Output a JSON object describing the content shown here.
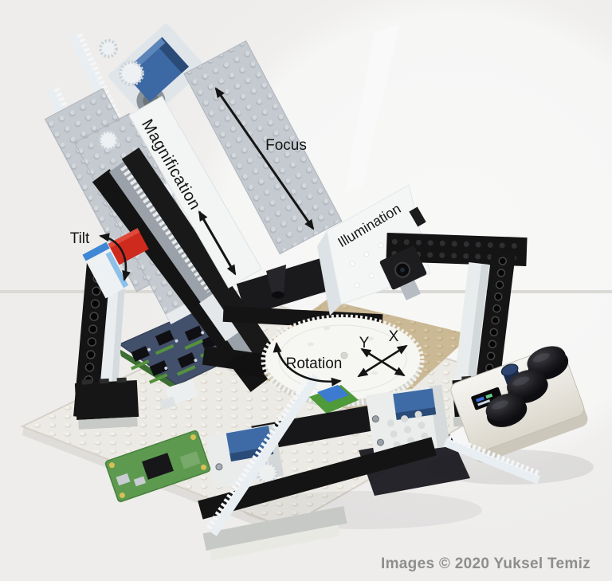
{
  "annotations": {
    "magnification": "Magnification",
    "focus": "Focus",
    "tilt": "Tilt",
    "illumination": "Illumination",
    "rotation": "Rotation",
    "axis_x": "X",
    "axis_y": "Y"
  },
  "credit": "Images © 2020 Yuksel Temiz",
  "colors": {
    "background": "#efeeec",
    "background_highlight": "#f7f7f6",
    "divider_line": "#d9d8d5",
    "annotation_ink": "#151515",
    "credit_gray": "#8e8e8e",
    "lego_white": "#f0f2f2",
    "lego_light_gray": "#c6cbd1",
    "lego_black": "#161616",
    "motor_blue": "#3c68a4",
    "tilt_red": "#ce2a1d",
    "pcb_green": "#55923e",
    "pcb_navy": "#42506b",
    "baseplate": "#eceae4",
    "tan_plate": "#cbb995"
  }
}
